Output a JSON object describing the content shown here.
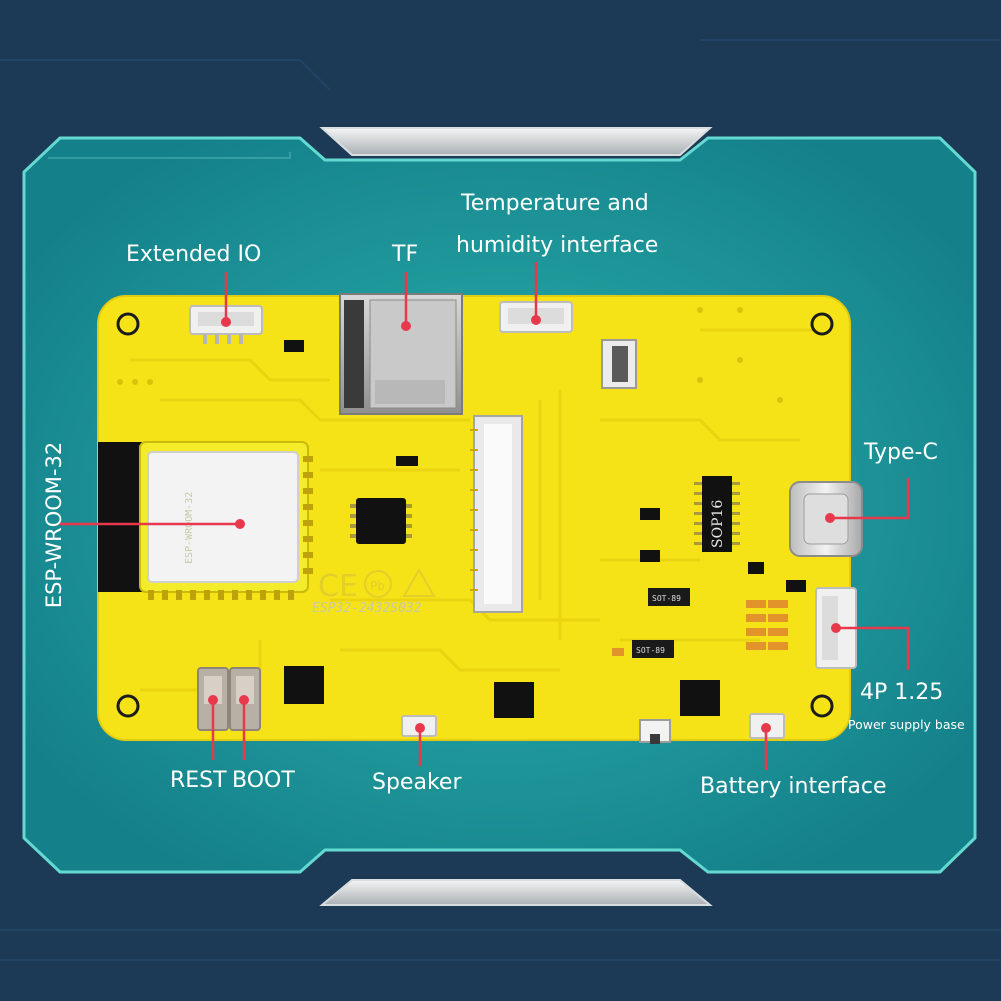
{
  "labels": {
    "extended_io": "Extended IO",
    "tf": "TF",
    "temp_line1": "Temperature and",
    "temp_line2": "humidity interface",
    "esp_module": "ESP-WROOM-32",
    "type_c": "Type-C",
    "four_p": "4P 1.25",
    "power_base": "Power supply base",
    "rest": "REST",
    "boot": "BOOT",
    "speaker": "Speaker",
    "battery": "Battery interface"
  },
  "board_text": {
    "module_name": "ESP-WROOM-32",
    "board_model": "ESP32-2432S032",
    "sop16": "SOP16",
    "sot1": "SOT-89",
    "sot2": "SOT-89",
    "ce": "CE",
    "pb": "Pb"
  },
  "colors": {
    "background": "#1c3a55",
    "panel": "#1f9ea0",
    "panel_border": "#5fd5cf",
    "board": "#f5e318",
    "board_trace": "#e8cf0e",
    "pointer_line": "#e8384c",
    "label_text": "#ffffff"
  }
}
